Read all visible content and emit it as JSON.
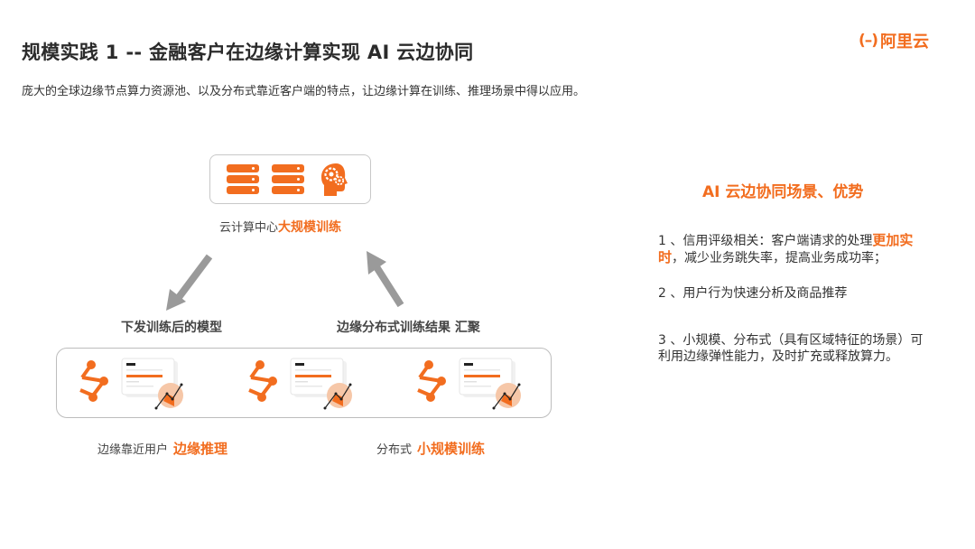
{
  "header": {
    "title": "规模实践 1 --  金融客户在边缘计算实现 AI 云边协同",
    "subtitle": "庞大的全球边缘节点算力资源池、以及分布式靠近客户端的特点，让边缘计算在训练、推理场景中得以应用。"
  },
  "logo": {
    "mark": "(–)",
    "text": "阿里云",
    "color": "#f26d1f"
  },
  "diagram": {
    "cloud": {
      "icons": [
        "server-rack-icon",
        "server-rack-icon",
        "ai-brain-gears-icon"
      ],
      "label_prefix": "云计算中心",
      "label_highlight": "大规模训练"
    },
    "arrow_down_label": "下发训练后的模型",
    "arrow_up_label": "边缘分布式训练结果 汇聚",
    "edge_nodes": [
      {
        "icons": [
          "network-node-icon",
          "analytics-dashboard-icon"
        ]
      },
      {
        "icons": [
          "network-node-icon",
          "analytics-dashboard-icon"
        ]
      },
      {
        "icons": [
          "network-node-icon",
          "analytics-dashboard-icon"
        ]
      }
    ],
    "bottom_left": {
      "prefix": "边缘靠近用户",
      "highlight": "边缘推理"
    },
    "bottom_right": {
      "prefix": "分布式",
      "highlight": "小规模训练"
    }
  },
  "advantages": {
    "title": "AI 云边协同场景、优势",
    "points": [
      {
        "before": "1 、信用评级相关：客户端请求的处理",
        "highlight": "更加实时",
        "after": "，减少业务跳失率，提高业务成功率；"
      },
      {
        "text": "2 、用户行为快速分析及商品推荐"
      },
      {
        "text": "3 、小规模、分布式（具有区域特征的场景）可利用边缘弹性能力，及时扩充或释放算力。"
      }
    ]
  },
  "colors": {
    "accent": "#f26d1f",
    "text": "#333333",
    "arrow": "#9a9a9a",
    "border": "#c8c8c8"
  }
}
